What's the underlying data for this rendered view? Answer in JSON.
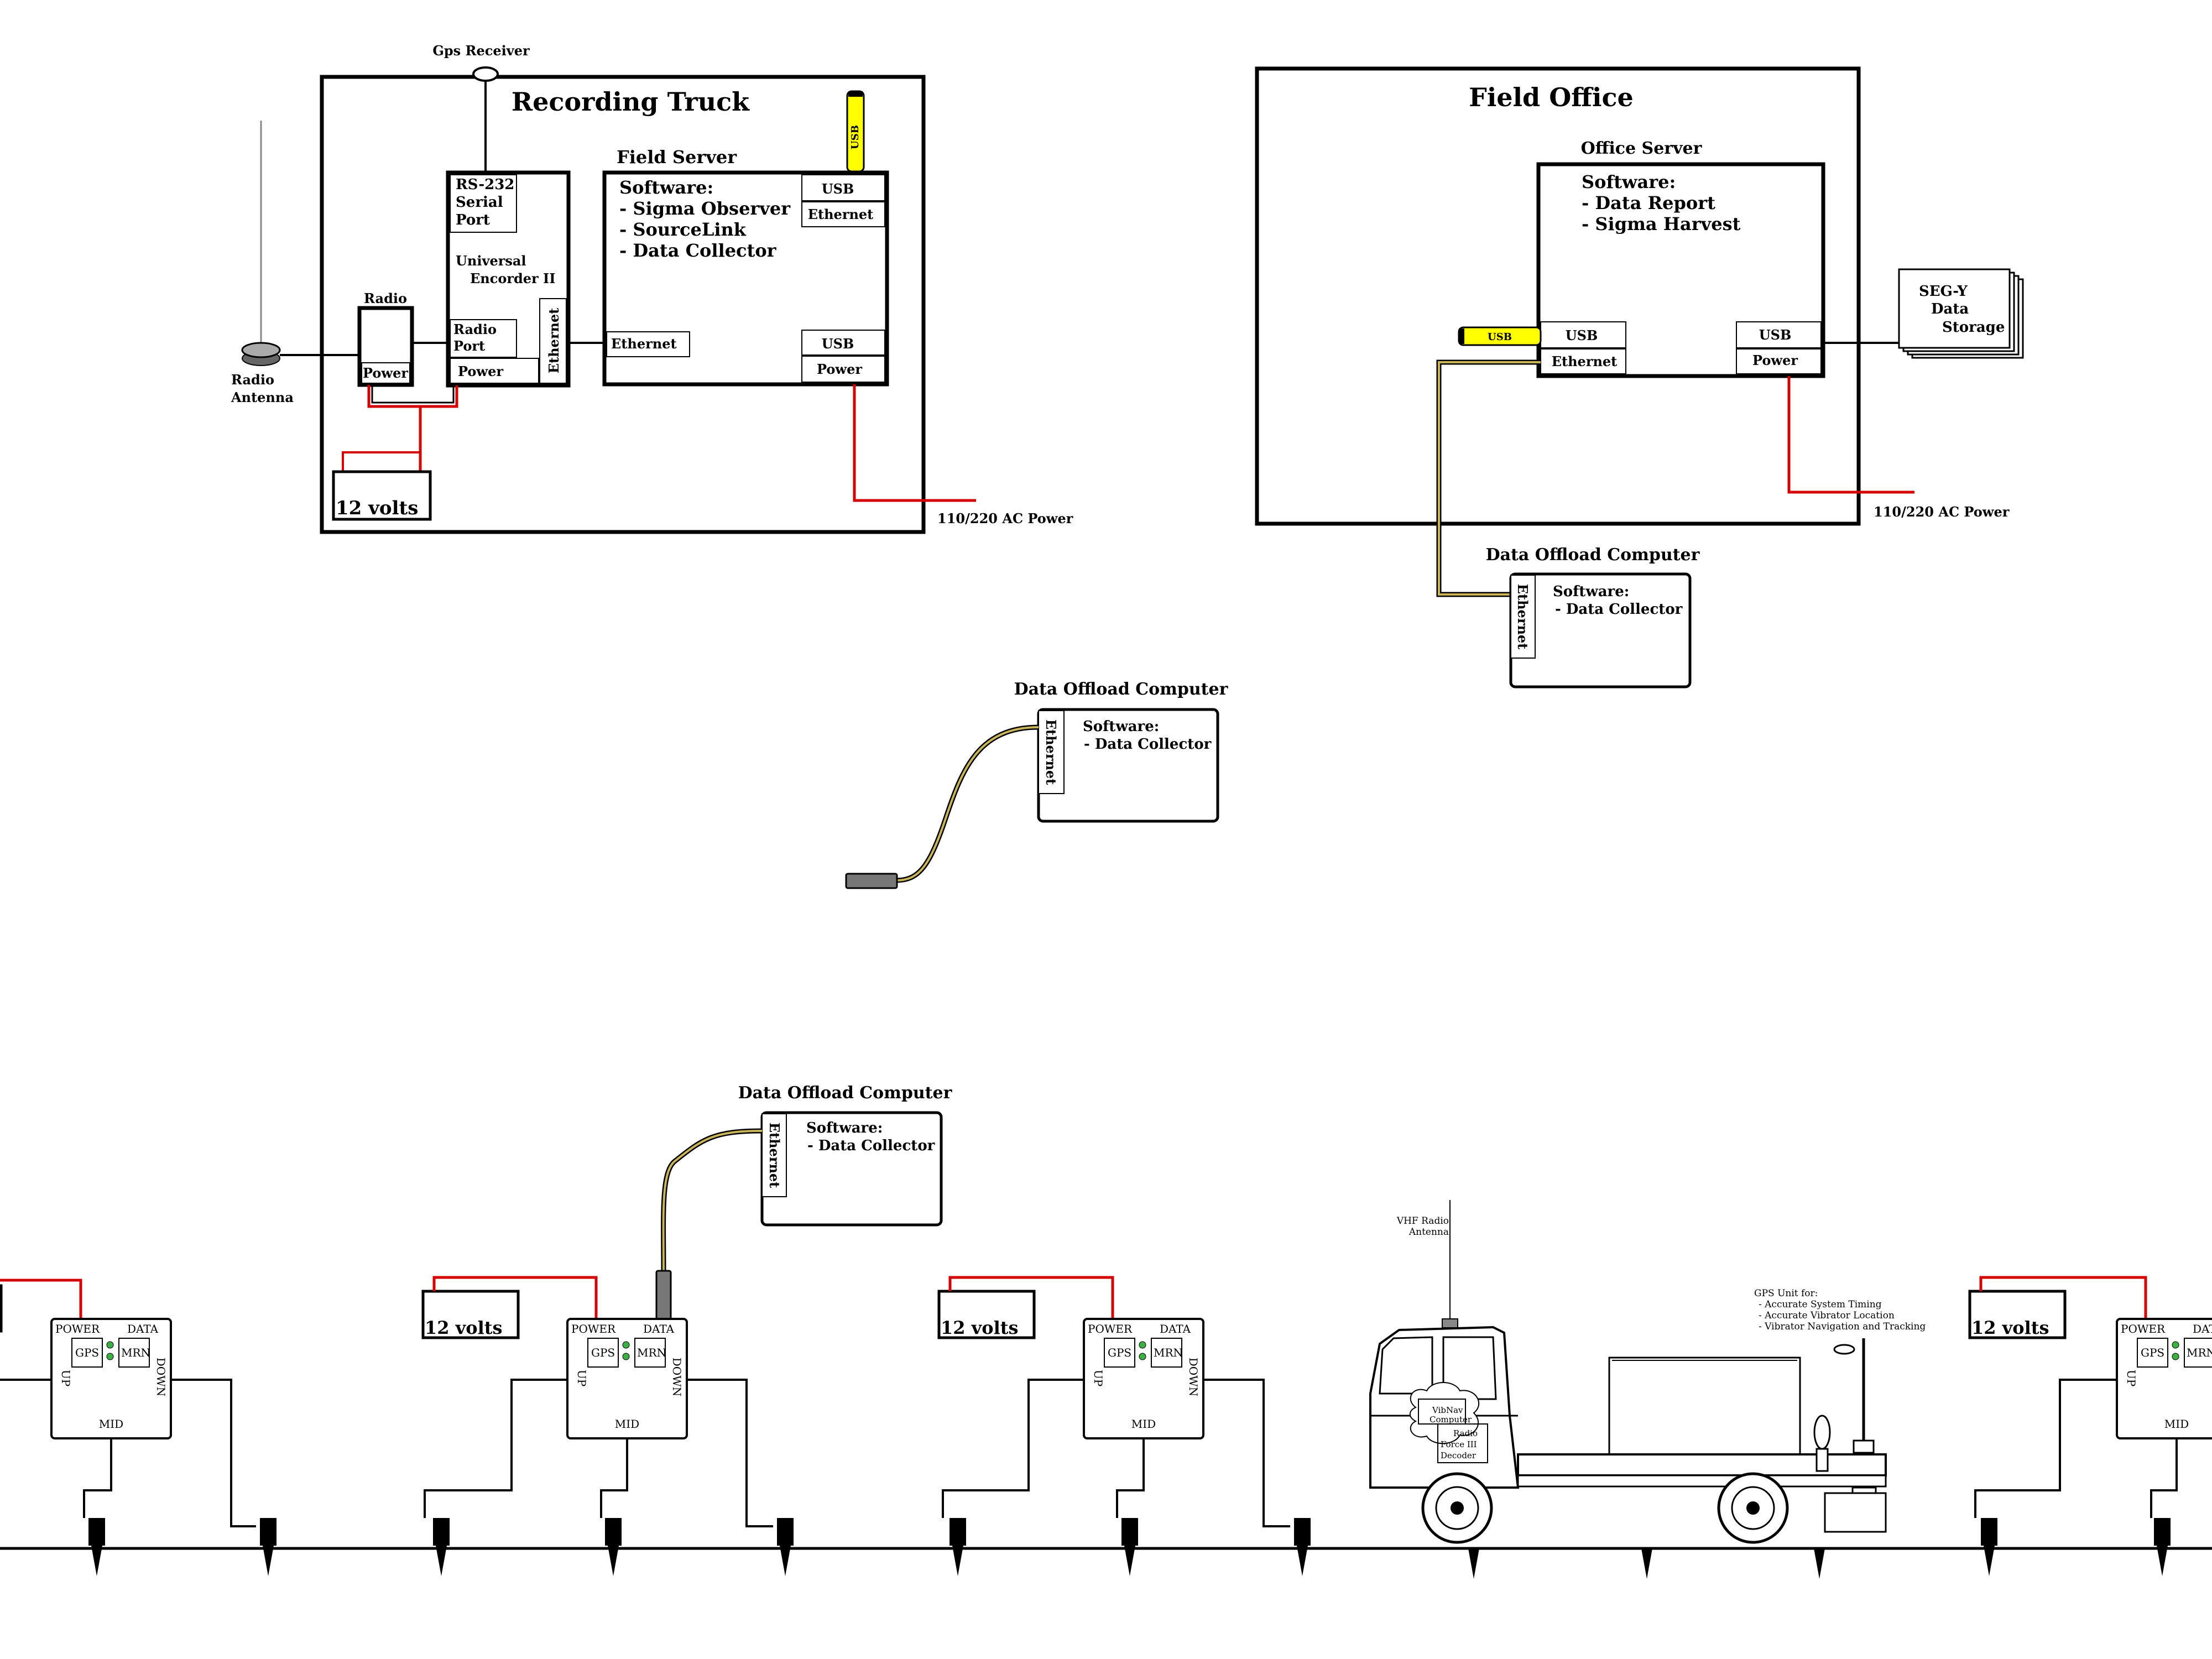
{
  "colors": {
    "power_wire": "#d40000",
    "usb_fill": "#ffff00",
    "cable_gray": "#777777",
    "led_green": "#3cb043"
  },
  "truck": {
    "title": "Recording Truck",
    "gps_label": "Gps Receiver",
    "usb_stick": "USB",
    "encoder": {
      "serial": [
        "RS-232",
        "Serial",
        "Port"
      ],
      "name": [
        "Universal",
        "Encorder II"
      ],
      "radio_port": [
        "Radio",
        "Port"
      ],
      "power": "Power",
      "ethernet": "Ethernet"
    },
    "radio": {
      "label": "Radio",
      "power": "Power"
    },
    "antenna": [
      "Radio",
      "Antenna"
    ],
    "battery": "12 volts",
    "server": {
      "title": "Field Server",
      "software": [
        "Software:",
        "- Sigma Observer",
        "- SourceLink",
        "- Data Collector"
      ],
      "usb_top": "USB",
      "eth_top": "Ethernet",
      "eth_left": "Ethernet",
      "usb_bottom": "USB",
      "power": "Power"
    },
    "ac": "110/220 AC Power"
  },
  "office": {
    "title": "Field Office",
    "server": {
      "title": "Office Server",
      "software": [
        "Software:",
        "- Data Report",
        "- Sigma Harvest"
      ],
      "usb_left": "USB",
      "eth": "Ethernet",
      "usb_right": "USB",
      "power": "Power",
      "usb_stick": "USB"
    },
    "segy": [
      "SEG-Y",
      "Data",
      "Storage"
    ],
    "ac": "110/220 AC Power"
  },
  "offload": {
    "title": "Data Offload Computer",
    "ethernet": "Ethernet",
    "software": [
      "Software:",
      "- Data Collector"
    ]
  },
  "field": {
    "battery": "12 volts",
    "mrn": {
      "power": "POWER",
      "data": "DATA",
      "gps": "GPS",
      "mrn": "MRN",
      "up": "UP",
      "down": "DOWN",
      "mid": "MID"
    },
    "vib": {
      "antenna": [
        "VHF Radio",
        "Antenna"
      ],
      "gps_note": [
        "GPS Unit for:",
        "- Accurate System Timing",
        "- Accurate Vibrator Location",
        "- Vibrator Navigation and Tracking"
      ],
      "cloud": [
        "VibNav",
        "Computer"
      ],
      "decoder": [
        "Radio",
        "Force III",
        "Decoder"
      ]
    }
  }
}
